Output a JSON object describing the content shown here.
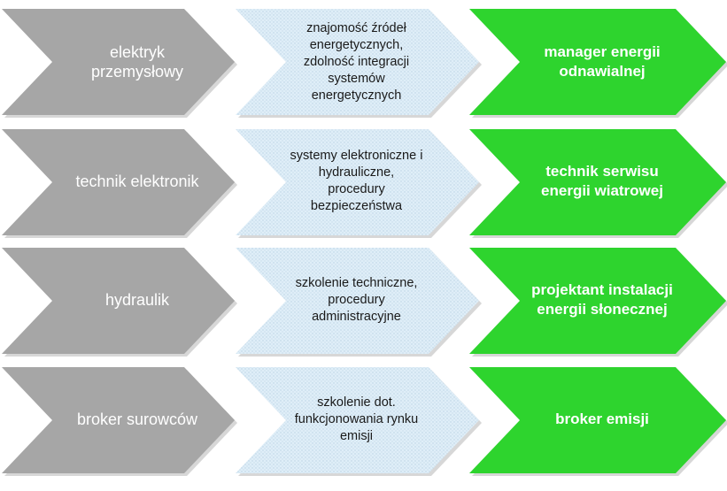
{
  "colors": {
    "gray": "#a6a6a6",
    "light_blue": "#d9e8f3",
    "green": "#2ed42e",
    "shadow": "#bdbdbd"
  },
  "rows": [
    {
      "source": "elektryk\nprzemysłowy",
      "skills": "znajomość źródeł\nenergetycznych,\nzdolność integracji\nsystemów\nenergetycznych",
      "target": "manager energii\nodnawialnej"
    },
    {
      "source": "technik elektronik",
      "skills": "systemy elektroniczne i\nhydrauliczne,\nprocedury\nbezpieczeństwa",
      "target": "technik serwisu\nenergii wiatrowej"
    },
    {
      "source": "hydraulik",
      "skills": "szkolenie techniczne,\nprocedury\nadministracyjne",
      "target": "projektant instalacji\nenergii słonecznej"
    },
    {
      "source": "broker surowców",
      "skills": "szkolenie dot.\nfunkcjonowania rynku\nemisji",
      "target": "broker emisji"
    }
  ]
}
